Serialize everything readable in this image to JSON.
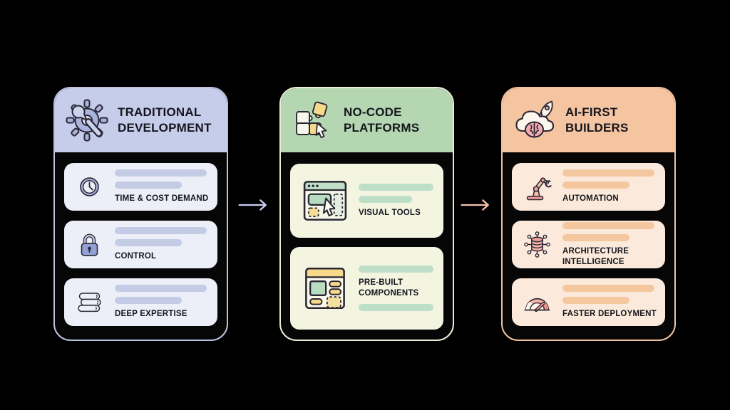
{
  "canvas": {
    "background": "#000000"
  },
  "columns": [
    {
      "id": "traditional-development",
      "title_lines": [
        "TRADITIONAL",
        "DEVELOPMENT"
      ],
      "header_icon": "gear-wrench-icon",
      "theme": {
        "header_bg": "#c6cdea",
        "row_bg": "#edeff8",
        "bar": "#c3cbe5",
        "border": "#bcc2dc"
      },
      "rows": [
        {
          "icon": "clock-icon",
          "label": "TIME & COST DEMAND",
          "bars_above": [
            "wide",
            "narrow"
          ],
          "bars_below": []
        },
        {
          "icon": "lock-icon",
          "label": "CONTROL",
          "bars_above": [
            "wide",
            "narrow"
          ],
          "bars_below": []
        },
        {
          "icon": "books-icon",
          "label": "DEEP EXPERTISE",
          "bars_above": [
            "wide",
            "narrow"
          ],
          "bars_below": []
        }
      ]
    },
    {
      "id": "no-code-platforms",
      "title_lines": [
        "NO-CODE",
        "PLATFORMS"
      ],
      "header_icon": "puzzle-cursor-icon",
      "theme": {
        "header_bg": "#b4d7b2",
        "row_bg": "#f4f5e1",
        "bar": "#bddfc7",
        "border": "#e9ecd8"
      },
      "rows": [
        {
          "icon": "window-cursor-icon",
          "label": "VISUAL TOOLS",
          "bars_above": [
            "wide",
            "narrow"
          ],
          "bars_below": []
        },
        {
          "icon": "wireframe-layout-icon",
          "label": "PRE-BUILT\nCOMPONENTS",
          "bars_above": [
            "wide"
          ],
          "bars_below": [
            "wide"
          ]
        }
      ]
    },
    {
      "id": "ai-first-builders",
      "title_lines": [
        "AI-FIRST",
        "BUILDERS"
      ],
      "header_icon": "cloud-brain-rocket-icon",
      "theme": {
        "header_bg": "#f5c4a1",
        "row_bg": "#fbeadb",
        "bar": "#f5c79e",
        "border": "#efc29f"
      },
      "rows": [
        {
          "icon": "robot-arm-icon",
          "label": "AUTOMATION",
          "bars_above": [
            "wide",
            "narrow"
          ],
          "bars_below": []
        },
        {
          "icon": "database-network-icon",
          "label": "ARCHITECTURE\nINTELLIGENCE",
          "bars_above": [
            "wide",
            "narrow"
          ],
          "bars_below": []
        },
        {
          "icon": "speedometer-icon",
          "label": "FASTER DEPLOYMENT",
          "bars_above": [
            "wide",
            "narrow"
          ],
          "bars_below": []
        }
      ]
    }
  ],
  "arrows": [
    {
      "icon": "right-arrow-icon",
      "color": "#c9cdf2"
    },
    {
      "icon": "right-arrow-icon",
      "color": "#f3c0ae"
    }
  ]
}
